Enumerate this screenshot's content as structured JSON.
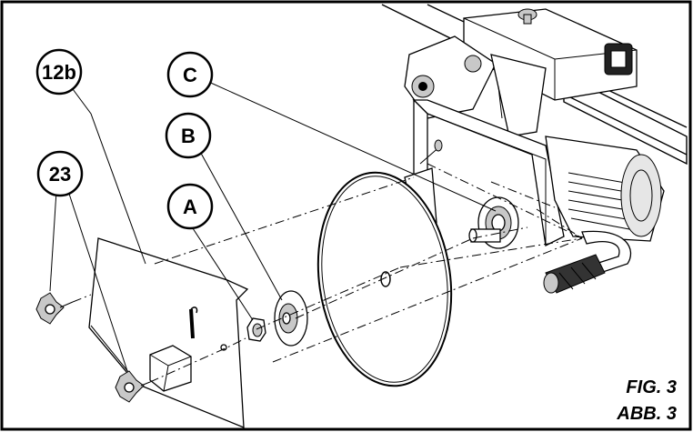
{
  "callouts": {
    "label_12b": "12b",
    "label_23": "23",
    "label_C": "C",
    "label_B": "B",
    "label_A": "A"
  },
  "figure": {
    "caption_line1": "FIG. 3",
    "caption_line2": "ABB. 3"
  },
  "icons": [
    "knob-icon",
    "nut-icon",
    "washer-icon",
    "blade-disc-icon",
    "motor-icon",
    "cover-plate-icon"
  ]
}
